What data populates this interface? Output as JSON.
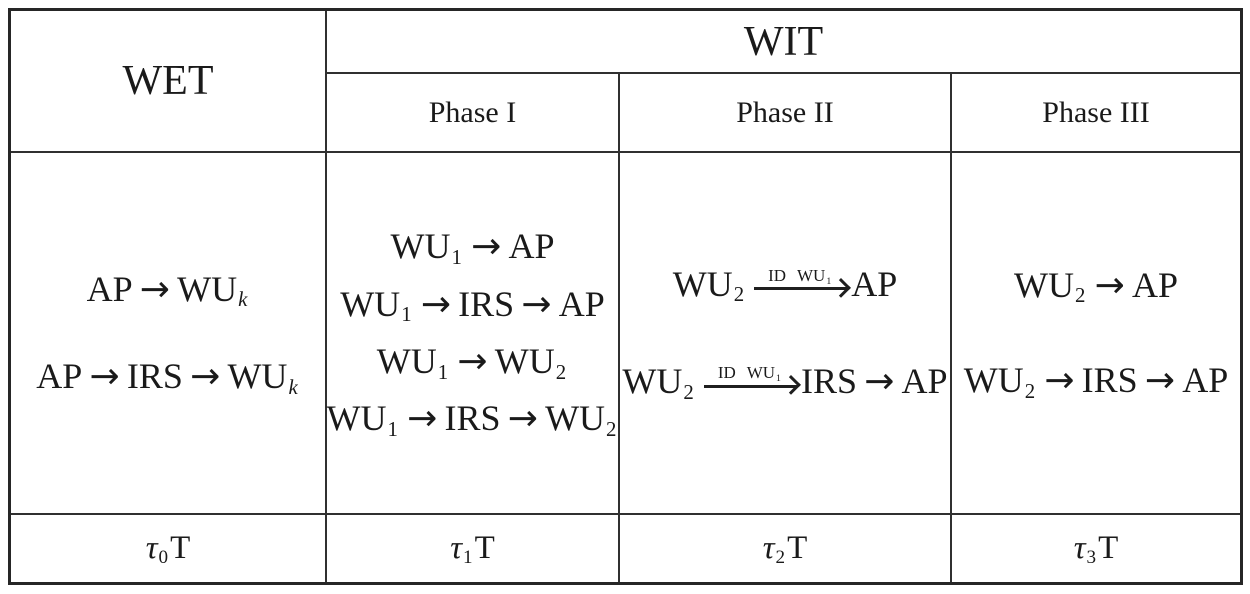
{
  "colors": {
    "ink": "#1a1a1a",
    "grid_line": "#303030",
    "outer_border": "#262626",
    "background": "#ffffff"
  },
  "header": {
    "wet": "WET",
    "wit": "WIT",
    "phases": [
      "Phase I",
      "Phase II",
      "Phase III"
    ]
  },
  "body": {
    "wet": [
      [
        {
          "t": "AP"
        },
        {
          "arrow": true
        },
        {
          "t": "WU"
        },
        {
          "t": "k",
          "sub": true,
          "it": true
        }
      ],
      [
        {
          "t": "AP"
        },
        {
          "arrow": true
        },
        {
          "t": "IRS"
        },
        {
          "arrow": true
        },
        {
          "t": "WU"
        },
        {
          "t": "k",
          "sub": true,
          "it": true
        }
      ]
    ],
    "phase1": [
      [
        {
          "t": "WU"
        },
        {
          "t": "1",
          "sub": true
        },
        {
          "arrow": true
        },
        {
          "t": "AP"
        }
      ],
      [
        {
          "t": "WU"
        },
        {
          "t": "1",
          "sub": true
        },
        {
          "arrow": true
        },
        {
          "t": "IRS"
        },
        {
          "arrow": true
        },
        {
          "t": "AP"
        }
      ],
      [
        {
          "t": "WU"
        },
        {
          "t": "1",
          "sub": true
        },
        {
          "arrow": true
        },
        {
          "t": "WU"
        },
        {
          "t": "2",
          "sub": true
        }
      ],
      [
        {
          "t": "WU"
        },
        {
          "t": "1",
          "sub": true
        },
        {
          "arrow": true
        },
        {
          "t": "IRS"
        },
        {
          "arrow": true
        },
        {
          "t": "WU"
        },
        {
          "t": "2",
          "sub": true
        }
      ]
    ],
    "phase2": [
      [
        {
          "t": "WU"
        },
        {
          "t": "2",
          "sub": true
        },
        {
          "xarrow": [
            {
              "t": "ID WU"
            },
            {
              "t": "1",
              "sub": true
            }
          ]
        },
        {
          "t": "AP"
        }
      ],
      [
        {
          "t": "WU"
        },
        {
          "t": "2",
          "sub": true
        },
        {
          "xarrow": [
            {
              "t": "ID WU"
            },
            {
              "t": "1",
              "sub": true
            }
          ]
        },
        {
          "t": "IRS"
        },
        {
          "arrow": true
        },
        {
          "t": "AP"
        }
      ]
    ],
    "phase3": [
      [
        {
          "t": "WU"
        },
        {
          "t": "2",
          "sub": true
        },
        {
          "arrow": true
        },
        {
          "t": "AP"
        }
      ],
      [
        {
          "t": "WU"
        },
        {
          "t": "2",
          "sub": true
        },
        {
          "arrow": true
        },
        {
          "t": "IRS"
        },
        {
          "arrow": true
        },
        {
          "t": "AP"
        }
      ]
    ]
  },
  "tau": {
    "wet": [
      {
        "t": "τ",
        "it": true
      },
      {
        "t": "0",
        "sub": true
      },
      {
        "t": "T"
      }
    ],
    "phase1": [
      {
        "t": "τ",
        "it": true
      },
      {
        "t": "1",
        "sub": true
      },
      {
        "t": "T"
      }
    ],
    "phase2": [
      {
        "t": "τ",
        "it": true
      },
      {
        "t": "2",
        "sub": true
      },
      {
        "t": "T"
      }
    ],
    "phase3": [
      {
        "t": "τ",
        "it": true
      },
      {
        "t": "3",
        "sub": true
      },
      {
        "t": "T"
      }
    ]
  }
}
